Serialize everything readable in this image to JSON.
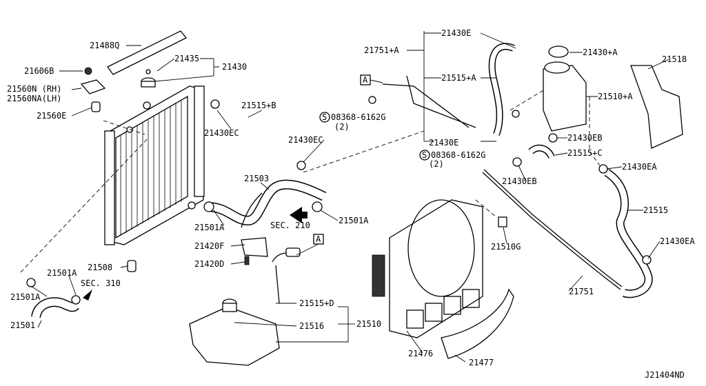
{
  "diagram_id": "J21404ND",
  "labels": {
    "p21488Q": "21488Q",
    "p21435": "21435",
    "p21430": "21430",
    "p21606B": "21606B",
    "p21560N": "21560N (RH)",
    "p21560NA": "21560NA(LH)",
    "p21560E": "21560E",
    "p21515B": "21515+B",
    "p21430EC_a": "21430EC",
    "p21430EC_b": "21430EC",
    "p21503": "21503",
    "p21501A_r": "21501A",
    "p21501A_m": "21501A",
    "sec210": "SEC. 210",
    "p21420F": "21420F",
    "p21420D": "21420D",
    "p21508": "21508",
    "p21501A_l": "21501A",
    "p21501A_l2": "21501A",
    "sec310": "SEC. 310",
    "p21501": "21501",
    "p21751A": "21751+A",
    "p21430E_t": "21430E",
    "p21515A": "21515+A",
    "boxA": "A",
    "bolt1": "08368-6162G",
    "bolt1_qty": "(2)",
    "p21430E_m": "21430E",
    "bolt2": "08368-6162G",
    "bolt2_qty": "(2)",
    "p21430A": "21430+A",
    "p21518": "21518",
    "p21510A": "21510+A",
    "p21430EB_r": "21430EB",
    "p21515C": "21515+C",
    "p21430EA_1": "21430EA",
    "p21430EB_m": "21430EB",
    "p21515": "21515",
    "p21510G": "21510G",
    "p21430EA_2": "21430EA",
    "p21751": "21751",
    "boxA2": "A",
    "p21515D": "21515+D",
    "p21516": "21516",
    "p21510": "21510",
    "p21476": "21476",
    "p21477": "21477",
    "circleS": "S"
  }
}
